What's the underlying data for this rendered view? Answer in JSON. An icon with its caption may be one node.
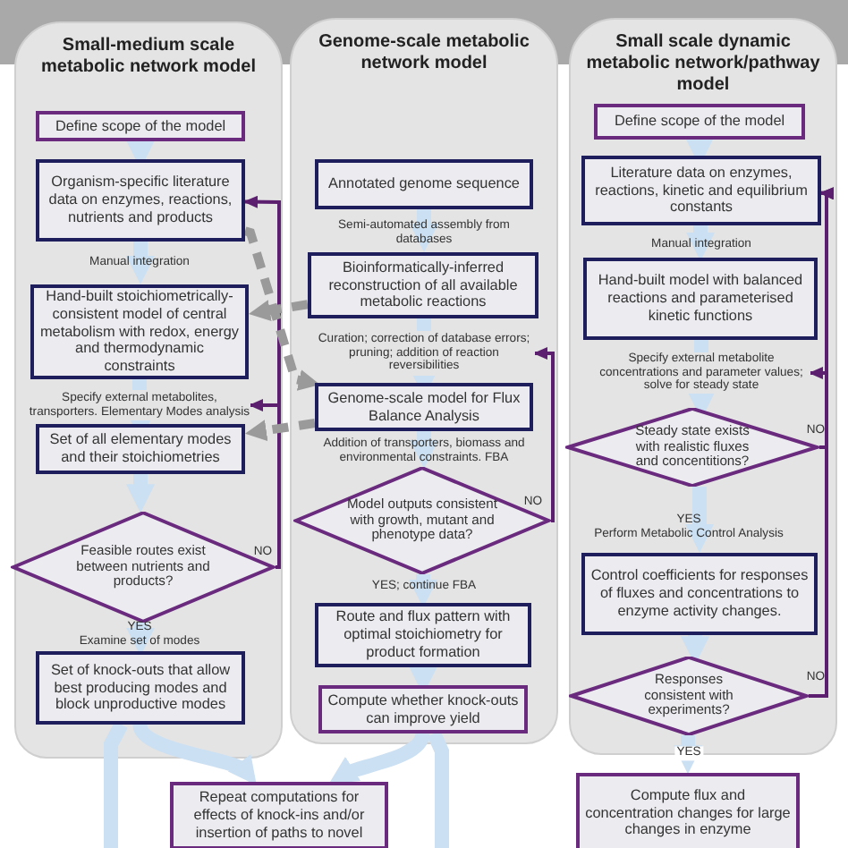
{
  "diagram": {
    "nodes": [
      {
        "text": [
          "Small-medium scale metabolic network model"
        ]
      },
      {
        "text": [
          "Define scope of the model"
        ],
        "in": 0
      },
      {
        "text": [
          "Organism-specific literature data on enzymes, reactions, nutrients and products"
        ],
        "in": 0
      },
      {
        "text": [
          "Hand-built stoichiometrically-consistent model of central metabolism with redox, energy and thermodynamic constraints"
        ],
        "in": 0
      },
      {
        "text": [
          "Set of all elementary modes and their stoichiometries"
        ],
        "in": 0
      },
      {
        "text": [
          "Feasible routes exist between nutrients and products?"
        ],
        "in": 0
      },
      {
        "text": [
          "Set of knock-outs that  allow best producing modes and block unproductive modes"
        ],
        "in": 0
      },
      {
        "text": [
          "Genome-scale metabolic network model"
        ]
      },
      {
        "text": [
          "Annotated genome sequence"
        ],
        "in": 7
      },
      {
        "text": [
          "Bioinformatically-inferred reconstruction of all available metabolic reactions"
        ],
        "in": 7
      },
      {
        "text": [
          "Genome-scale model for Flux Balance Analysis"
        ],
        "in": 7
      },
      {
        "text": [
          "Model outputs consistent with growth, mutant and phenotype data?"
        ],
        "in": 7
      },
      {
        "text": [
          "Route and flux pattern with optimal  stoichiometry for product formation"
        ],
        "in": 7
      },
      {
        "text": [
          "Compute whether knock-outs can improve  yield"
        ],
        "in": 7
      },
      {
        "text": [
          "Small scale dynamic metabolic network/pathway model"
        ]
      },
      {
        "text": [
          "Define scope of the model"
        ],
        "in": 14
      },
      {
        "text": [
          "Literature data on enzymes, reactions, kinetic and equilibrium constants"
        ],
        "in": 14
      },
      {
        "text": [
          "Hand-built model with balanced reactions and parameterised kinetic functions"
        ],
        "in": 14
      },
      {
        "text": [
          "Steady state exists with realistic fluxes and concentitions?"
        ],
        "in": 14
      },
      {
        "text": [
          "Control coefficients for responses of fluxes and concentrations to enzyme activity changes."
        ],
        "in": 14
      },
      {
        "text": [
          "Responses consistent with experiments?"
        ],
        "in": 14
      },
      {
        "text": [
          "Repeat computations for effects of knock-ins and/or insertion of paths to novel"
        ]
      },
      {
        "text": [
          "Compute flux and concentration changes for large changes in enzyme"
        ]
      },
      {
        "text": [
          "Specify external metabolites, transporters. Elementary Modes analysis"
        ],
        "in": 0
      },
      {
        "text": [
          "Curation; correction of database errors; pruning; addition of reaction reversibilities"
        ],
        "in": 7
      },
      {
        "text": [
          "Specify external metabolite concentrations and parameter values; solve for steady state"
        ],
        "in": 14
      }
    ],
    "edges": [
      {
        "from": 1,
        "to": 2,
        "arrow": "to"
      },
      {
        "from": 2,
        "to": 3,
        "arrow": "to",
        "label": "Manual integration"
      },
      {
        "from": 3,
        "to": 23,
        "arrow": "none"
      },
      {
        "from": 23,
        "to": 4,
        "arrow": "to"
      },
      {
        "from": 4,
        "to": 5,
        "arrow": "to"
      },
      {
        "from": 5,
        "to": 6,
        "arrow": "to",
        "label": "YES"
      },
      {
        "from": 5,
        "to": 2,
        "arrow": "to",
        "color": "#5c1f70",
        "label": "NO"
      },
      {
        "from": 5,
        "to": 23,
        "arrow": "to",
        "color": "#5c1f70"
      },
      {
        "from": 6,
        "to": 21,
        "arrow": "to"
      },
      {
        "from": 6,
        "to": null,
        "arrow": "none"
      },
      {
        "from": 8,
        "to": 9,
        "arrow": "to",
        "label": "Semi-automated assembly from databases"
      },
      {
        "from": 9,
        "to": 24,
        "arrow": "none"
      },
      {
        "from": 24,
        "to": 10,
        "arrow": "to"
      },
      {
        "from": 10,
        "to": 11,
        "arrow": "to",
        "label": "Addition of transporters, biomass and environmental constraints. FBA"
      },
      {
        "from": 11,
        "to": 12,
        "arrow": "to",
        "label": "YES; continue FBA"
      },
      {
        "from": 12,
        "to": 13,
        "arrow": "to"
      },
      {
        "from": 11,
        "to": 24,
        "arrow": "to",
        "color": "#5c1f70",
        "label": "NO"
      },
      {
        "from": 13,
        "to": 21,
        "arrow": "to"
      },
      {
        "from": 13,
        "to": null,
        "arrow": "none"
      },
      {
        "from": 2,
        "to": 10,
        "arrow": "to",
        "style": "dashed",
        "color": "#9a9a9a"
      },
      {
        "from": 9,
        "to": 3,
        "arrow": "to",
        "style": "dashed",
        "color": "#9a9a9a"
      },
      {
        "from": 10,
        "to": 4,
        "arrow": "to",
        "style": "dashed",
        "color": "#9a9a9a"
      },
      {
        "from": 15,
        "to": 16,
        "arrow": "to"
      },
      {
        "from": 16,
        "to": 17,
        "arrow": "to",
        "label": "Manual integration"
      },
      {
        "from": 17,
        "to": 25,
        "arrow": "none"
      },
      {
        "from": 25,
        "to": 18,
        "arrow": "to"
      },
      {
        "from": 18,
        "to": 19,
        "arrow": "to",
        "label": "YES"
      },
      {
        "from": 19,
        "to": 20,
        "arrow": "to"
      },
      {
        "from": 20,
        "to": 22,
        "arrow": "to",
        "label": "YES"
      },
      {
        "from": 18,
        "to": 16,
        "arrow": "to",
        "color": "#5c1f70",
        "label": "NO"
      },
      {
        "from": 20,
        "to": 16,
        "arrow": "to",
        "color": "#5c1f70",
        "label": "NO"
      },
      {
        "from": 20,
        "to": 25,
        "arrow": "to",
        "color": "#5c1f70"
      }
    ],
    "labels": [
      "Examine set of modes",
      "Perform Metabolic Control Analysis"
    ]
  }
}
